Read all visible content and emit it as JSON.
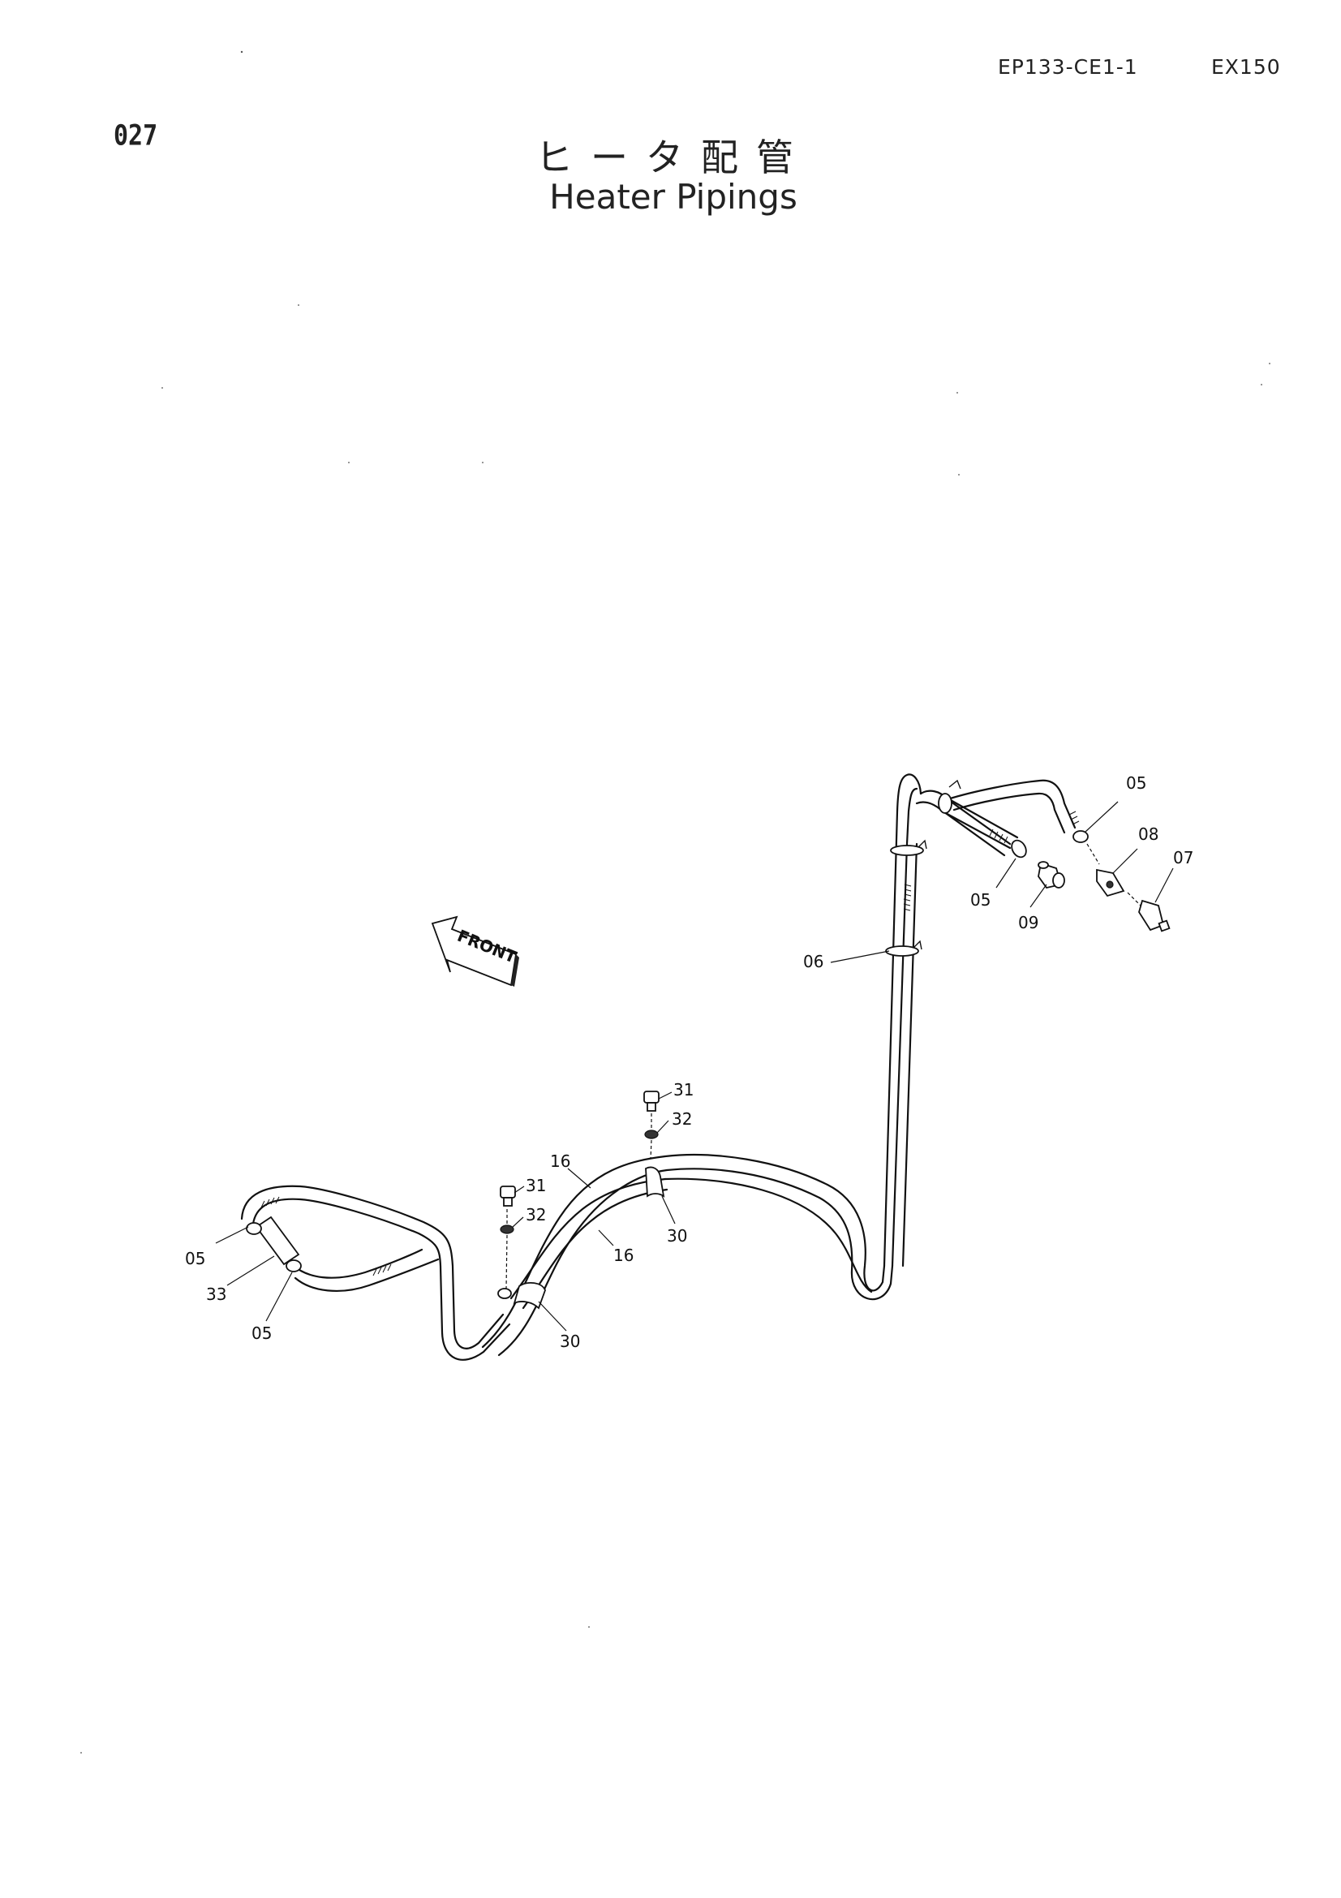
{
  "header": {
    "doc_id": "EP133-CE1-1",
    "model": "EX150",
    "page_number": "027"
  },
  "title": {
    "japanese": "ヒータ配管",
    "english": "Heater Pipings"
  },
  "arrow_label": "FRONT",
  "callouts": {
    "c05_top": "05",
    "c08": "08",
    "c07": "07",
    "c05_mid": "05",
    "c09": "09",
    "c06": "06",
    "c31_upper": "31",
    "c32_upper": "32",
    "c16_upper": "16",
    "c30_right": "30",
    "c16_lower": "16",
    "c31_lower": "31",
    "c32_lower": "32",
    "c05_left_top": "05",
    "c33": "33",
    "c05_left_bottom": "05",
    "c30_left": "30"
  }
}
